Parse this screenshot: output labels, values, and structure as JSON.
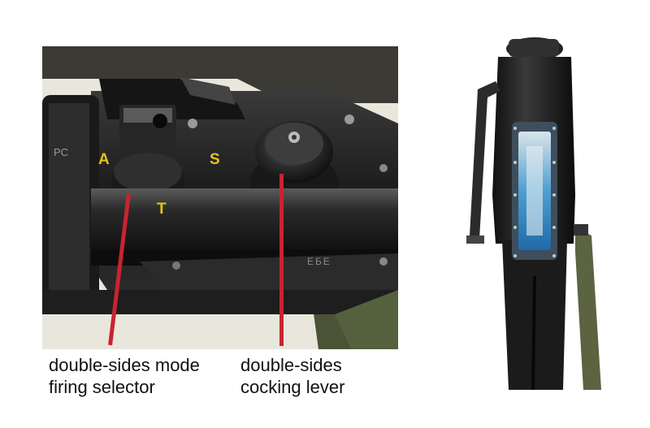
{
  "left_photo": {
    "markings": [
      "A",
      "S",
      "T"
    ],
    "stamp": "PC",
    "engraving": "ЕБЕ"
  },
  "callouts": {
    "selector": {
      "line1": "double-sides mode",
      "line2": "firing selector"
    },
    "cocking": {
      "line1": "double-sides",
      "line2": "cocking lever"
    }
  },
  "colors": {
    "leader": "#c8242f",
    "marking": "#e6c21a",
    "gauge": "#2a7ab8"
  }
}
